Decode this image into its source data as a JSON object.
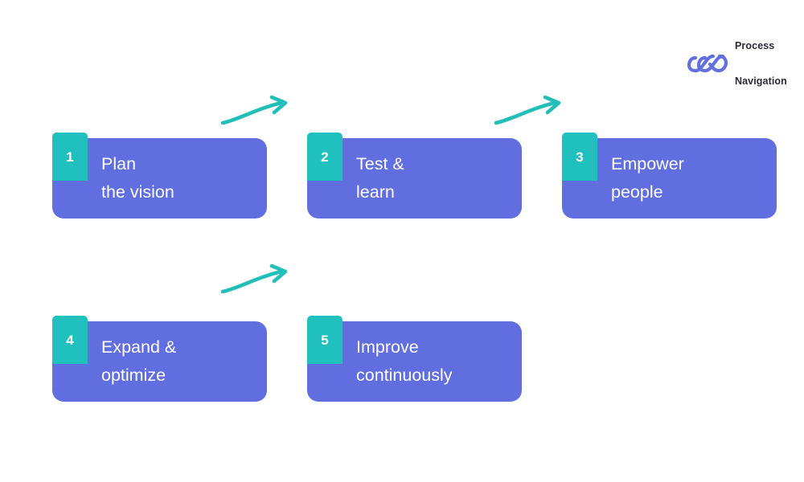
{
  "brand": {
    "logo_icon": "interlocking-loops-logo-icon",
    "name_line1": "Process",
    "name_line2": "Navigation",
    "logo_color": "#6270DF",
    "text_color": "#2b2b38"
  },
  "theme": {
    "card_color": "#616EE0",
    "badge_color": "#1FC0BE",
    "arrow_color": "#22BFB8",
    "background": "#FFFFFF",
    "card_text_color": "#FFFFFF"
  },
  "diagram": {
    "type": "process-flow",
    "step_count": 5,
    "rows": 2,
    "steps": [
      {
        "number": "1",
        "line1": "Plan",
        "line2": "the vision"
      },
      {
        "number": "2",
        "line1": "Test &",
        "line2": "learn"
      },
      {
        "number": "3",
        "line1": "Empower",
        "line2": "people"
      },
      {
        "number": "4",
        "line1": "Expand &",
        "line2": "optimize"
      },
      {
        "number": "5",
        "line1": "Improve",
        "line2": "continuously"
      }
    ],
    "connectors": [
      {
        "name": "arrow-step1-to-step2",
        "icon": "curved-arrow-right-icon"
      },
      {
        "name": "arrow-step2-to-step3",
        "icon": "curved-arrow-right-icon"
      },
      {
        "name": "arrow-step3-to-step4",
        "icon": "curved-arrow-right-icon"
      }
    ]
  }
}
